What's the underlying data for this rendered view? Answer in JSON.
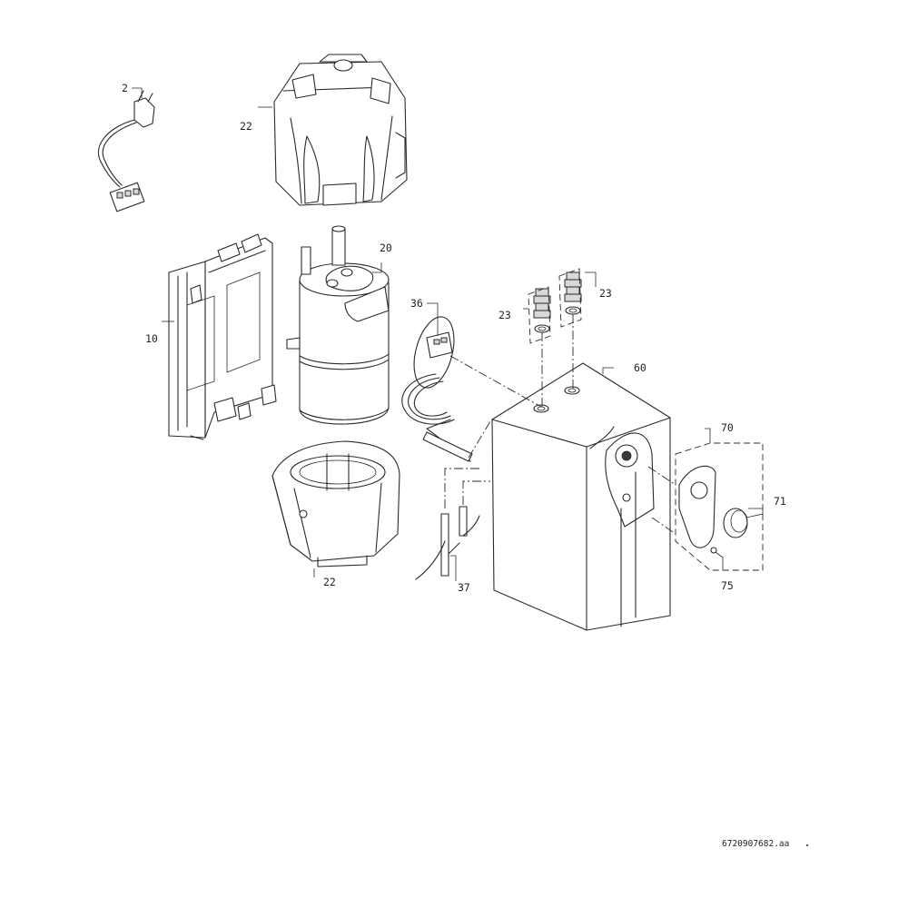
{
  "callouts": {
    "c2": "2",
    "c22_top": "22",
    "c20": "20",
    "c10": "10",
    "c36": "36",
    "c23_left": "23",
    "c23_right": "23",
    "c60": "60",
    "c70": "70",
    "c71": "71",
    "c75": "75",
    "c22_bottom": "22",
    "c37": "37"
  },
  "drawing_number": "6720907682.aa",
  "stroke_color": "#2a2a2a",
  "background_color": "#ffffff"
}
